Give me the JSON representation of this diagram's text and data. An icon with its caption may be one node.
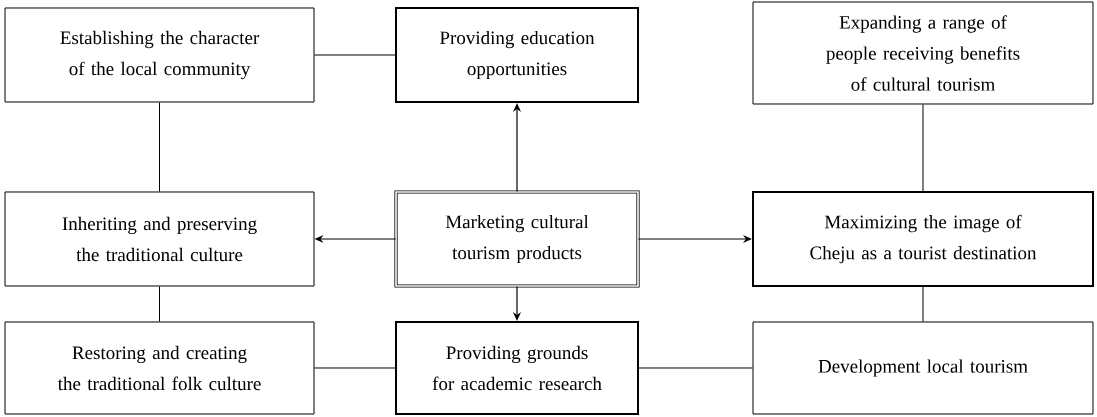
{
  "diagram": {
    "nodes": [
      {
        "text": [
          "Establishing the character of the local community"
        ]
      },
      {
        "text": [
          "Providing education opportunities"
        ]
      },
      {
        "text": [
          "Expanding a range of people receiving benefits of cultural tourism"
        ]
      },
      {
        "text": [
          "Inheriting and preserving the traditional culture"
        ]
      },
      {
        "text": [
          "Marketing cultural tourism products"
        ]
      },
      {
        "text": [
          "Maximizing the image of Cheju as a tourist destination"
        ]
      },
      {
        "text": [
          "Restoring and creating the traditional folk culture"
        ]
      },
      {
        "text": [
          "Providing grounds for academic research"
        ]
      },
      {
        "text": [
          "Development local tourism"
        ]
      }
    ],
    "edges": [
      {
        "from": 0,
        "to": 1,
        "arrow": "none"
      },
      {
        "from": 0,
        "to": 3,
        "arrow": "none"
      },
      {
        "from": 2,
        "to": 5,
        "arrow": "none"
      },
      {
        "from": 4,
        "to": 1,
        "arrow": "to"
      },
      {
        "from": 4,
        "to": 3,
        "arrow": "to"
      },
      {
        "from": 4,
        "to": 5,
        "arrow": "to"
      },
      {
        "from": 4,
        "to": 7,
        "arrow": "to"
      },
      {
        "from": 3,
        "to": 6,
        "arrow": "none"
      },
      {
        "from": 5,
        "to": 8,
        "arrow": "none"
      },
      {
        "from": 6,
        "to": 7,
        "arrow": "none"
      },
      {
        "from": 7,
        "to": 8,
        "arrow": "none"
      }
    ]
  }
}
